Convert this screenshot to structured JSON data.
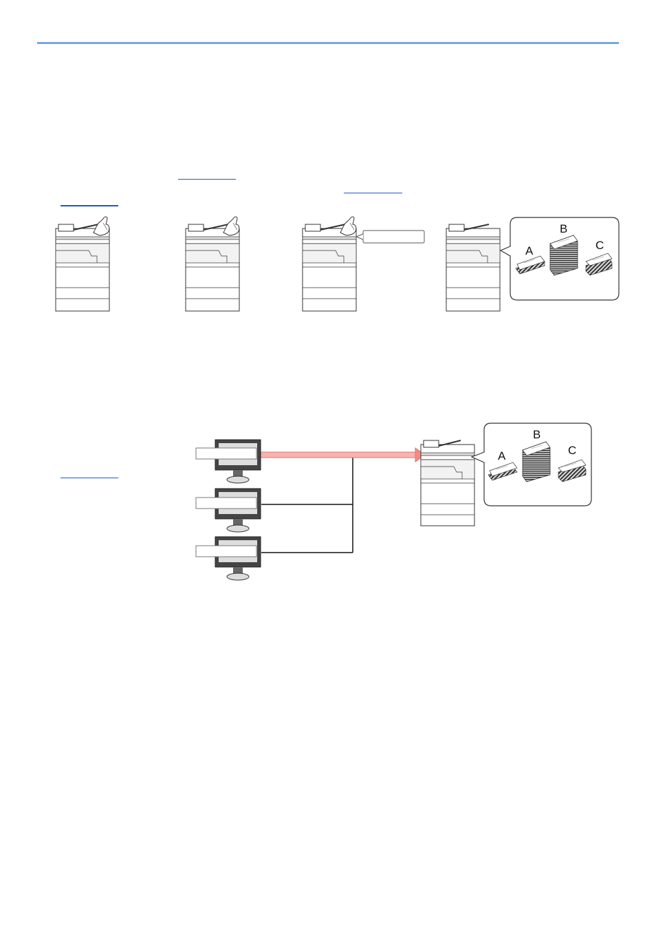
{
  "page": {
    "background": "#ffffff",
    "rule_color": "#7aa6e6",
    "link_color": "#1d57c8",
    "highlight_color": "#f28b82"
  },
  "figure_top": {
    "stack_labels": [
      "A",
      "B",
      "C"
    ]
  },
  "figure_bottom": {
    "stack_labels": [
      "A",
      "B",
      "C"
    ]
  }
}
